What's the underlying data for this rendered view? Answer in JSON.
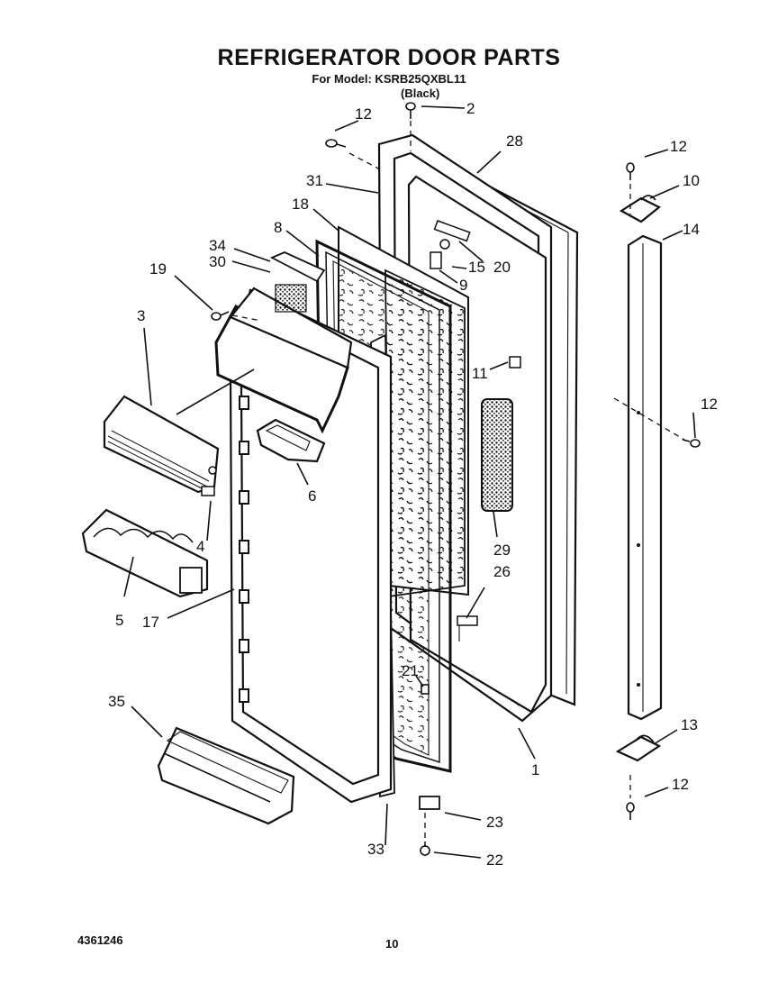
{
  "header": {
    "title": "REFRIGERATOR DOOR PARTS",
    "model_line": "For Model: KSRB25QXBL11",
    "color_line": "(Black)"
  },
  "footer": {
    "doc_number": "4361246",
    "page_number": "10"
  },
  "callouts": {
    "c1": "1",
    "c2": "2",
    "c3": "3",
    "c4": "4",
    "c5": "5",
    "c6": "6",
    "c8": "8",
    "c9": "9",
    "c10": "10",
    "c11": "11",
    "c12a": "12",
    "c12b": "12",
    "c12c": "12",
    "c12d": "12",
    "c13": "13",
    "c14": "14",
    "c15": "15",
    "c17": "17",
    "c18": "18",
    "c19": "19",
    "c20": "20",
    "c21": "21",
    "c22": "22",
    "c23": "23",
    "c26": "26",
    "c28": "28",
    "c29": "29",
    "c30": "30",
    "c31": "31",
    "c33": "33",
    "c34": "34",
    "c35": "35"
  }
}
